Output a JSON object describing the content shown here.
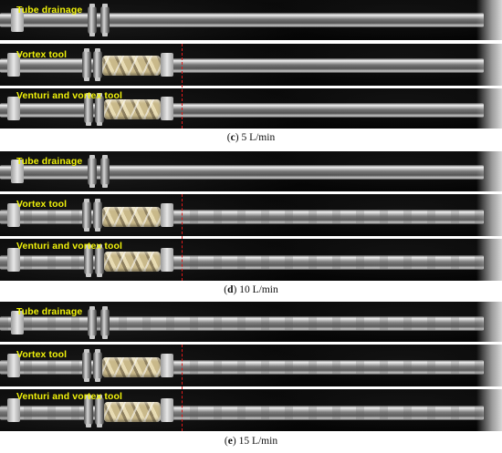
{
  "groups": [
    {
      "id": "c",
      "caption_letter": "c",
      "caption_text": " 5 L/min",
      "panels": [
        "Tube drainage",
        "Vortex tool",
        "Venturi and vortex tool"
      ]
    },
    {
      "id": "d",
      "caption_letter": "d",
      "caption_text": " 10 L/min",
      "panels": [
        "Tube drainage",
        "Vortex tool",
        "Venturi and vortex tool"
      ]
    },
    {
      "id": "e",
      "caption_letter": "e",
      "caption_text": " 15 L/min",
      "panels": [
        "Tube drainage",
        "Vortex tool",
        "Venturi and vortex tool"
      ]
    }
  ],
  "colors": {
    "label": "#f1f30a",
    "marker_line": "#e01a1a"
  }
}
